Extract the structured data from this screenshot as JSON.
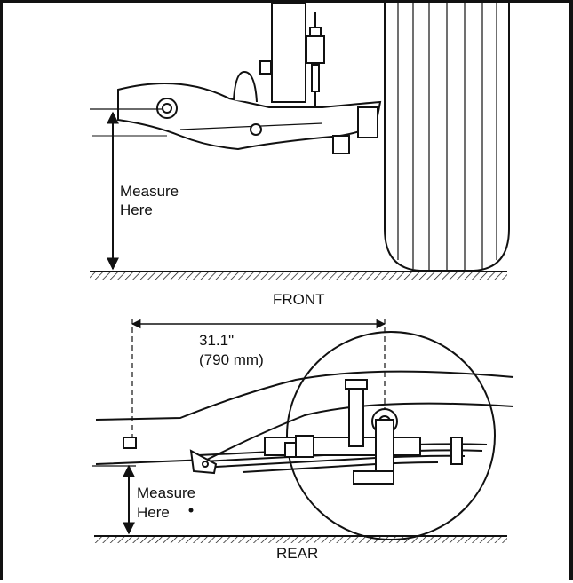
{
  "front": {
    "measure_line1": "Measure",
    "measure_line2": "Here",
    "title": "FRONT"
  },
  "rear": {
    "dimension_in": "31.1\"",
    "dimension_mm": "(790 mm)",
    "measure_line1": "Measure",
    "measure_line2": "Here",
    "title": "REAR"
  },
  "colors": {
    "ink": "#111111",
    "background": "#ffffff"
  }
}
